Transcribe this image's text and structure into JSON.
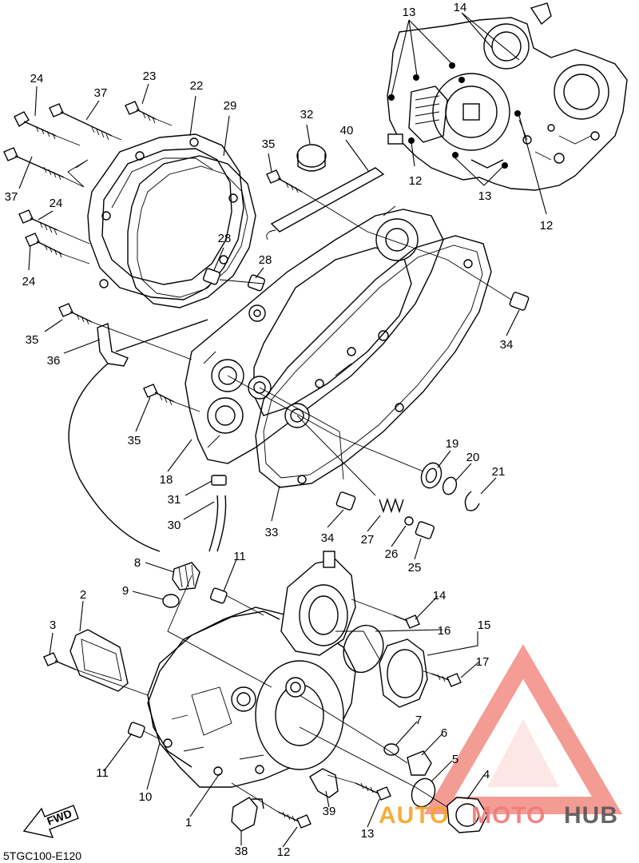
{
  "diagram_code": "5TGC100-E120",
  "fwd_label": "FWD",
  "watermark": {
    "part1": "AUTO",
    "part2": "MOTO",
    "part3": "HUB",
    "color_auto": "#f5a623",
    "color_moto": "#f07b7b",
    "color_hub": "#555555",
    "logo_color": "#f28b82"
  },
  "callouts": [
    {
      "id": "c13a",
      "label": "13"
    },
    {
      "id": "c14a",
      "label": "14"
    },
    {
      "id": "c24a",
      "label": "24"
    },
    {
      "id": "c37a",
      "label": "37"
    },
    {
      "id": "c23",
      "label": "23"
    },
    {
      "id": "c22",
      "label": "22"
    },
    {
      "id": "c29",
      "label": "29"
    },
    {
      "id": "c32",
      "label": "32"
    },
    {
      "id": "c40",
      "label": "40"
    },
    {
      "id": "c35a",
      "label": "35"
    },
    {
      "id": "c12a",
      "label": "12"
    },
    {
      "id": "c13b",
      "label": "13"
    },
    {
      "id": "c12b",
      "label": "12"
    },
    {
      "id": "c37b",
      "label": "37"
    },
    {
      "id": "c24b",
      "label": "24"
    },
    {
      "id": "c28a",
      "label": "28"
    },
    {
      "id": "c28b",
      "label": "28"
    },
    {
      "id": "c24c",
      "label": "24"
    },
    {
      "id": "c35b",
      "label": "35"
    },
    {
      "id": "c36",
      "label": "36"
    },
    {
      "id": "c34a",
      "label": "34"
    },
    {
      "id": "c35c",
      "label": "35"
    },
    {
      "id": "c19",
      "label": "19"
    },
    {
      "id": "c20",
      "label": "20"
    },
    {
      "id": "c21",
      "label": "21"
    },
    {
      "id": "c18",
      "label": "18"
    },
    {
      "id": "c31",
      "label": "31"
    },
    {
      "id": "c30",
      "label": "30"
    },
    {
      "id": "c33",
      "label": "33"
    },
    {
      "id": "c34b",
      "label": "34"
    },
    {
      "id": "c27",
      "label": "27"
    },
    {
      "id": "c26",
      "label": "26"
    },
    {
      "id": "c25",
      "label": "25"
    },
    {
      "id": "c8",
      "label": "8"
    },
    {
      "id": "c11a",
      "label": "11"
    },
    {
      "id": "c9",
      "label": "9"
    },
    {
      "id": "c2",
      "label": "2"
    },
    {
      "id": "c14b",
      "label": "14"
    },
    {
      "id": "c16",
      "label": "16"
    },
    {
      "id": "c15",
      "label": "15"
    },
    {
      "id": "c3",
      "label": "3"
    },
    {
      "id": "c17",
      "label": "17"
    },
    {
      "id": "c7",
      "label": "7"
    },
    {
      "id": "c6",
      "label": "6"
    },
    {
      "id": "c5",
      "label": "5"
    },
    {
      "id": "c4",
      "label": "4"
    },
    {
      "id": "c11b",
      "label": "11"
    },
    {
      "id": "c10",
      "label": "10"
    },
    {
      "id": "c39",
      "label": "39"
    },
    {
      "id": "c1",
      "label": "1"
    },
    {
      "id": "c13c",
      "label": "13"
    },
    {
      "id": "c38",
      "label": "38"
    },
    {
      "id": "c12c",
      "label": "12"
    }
  ]
}
